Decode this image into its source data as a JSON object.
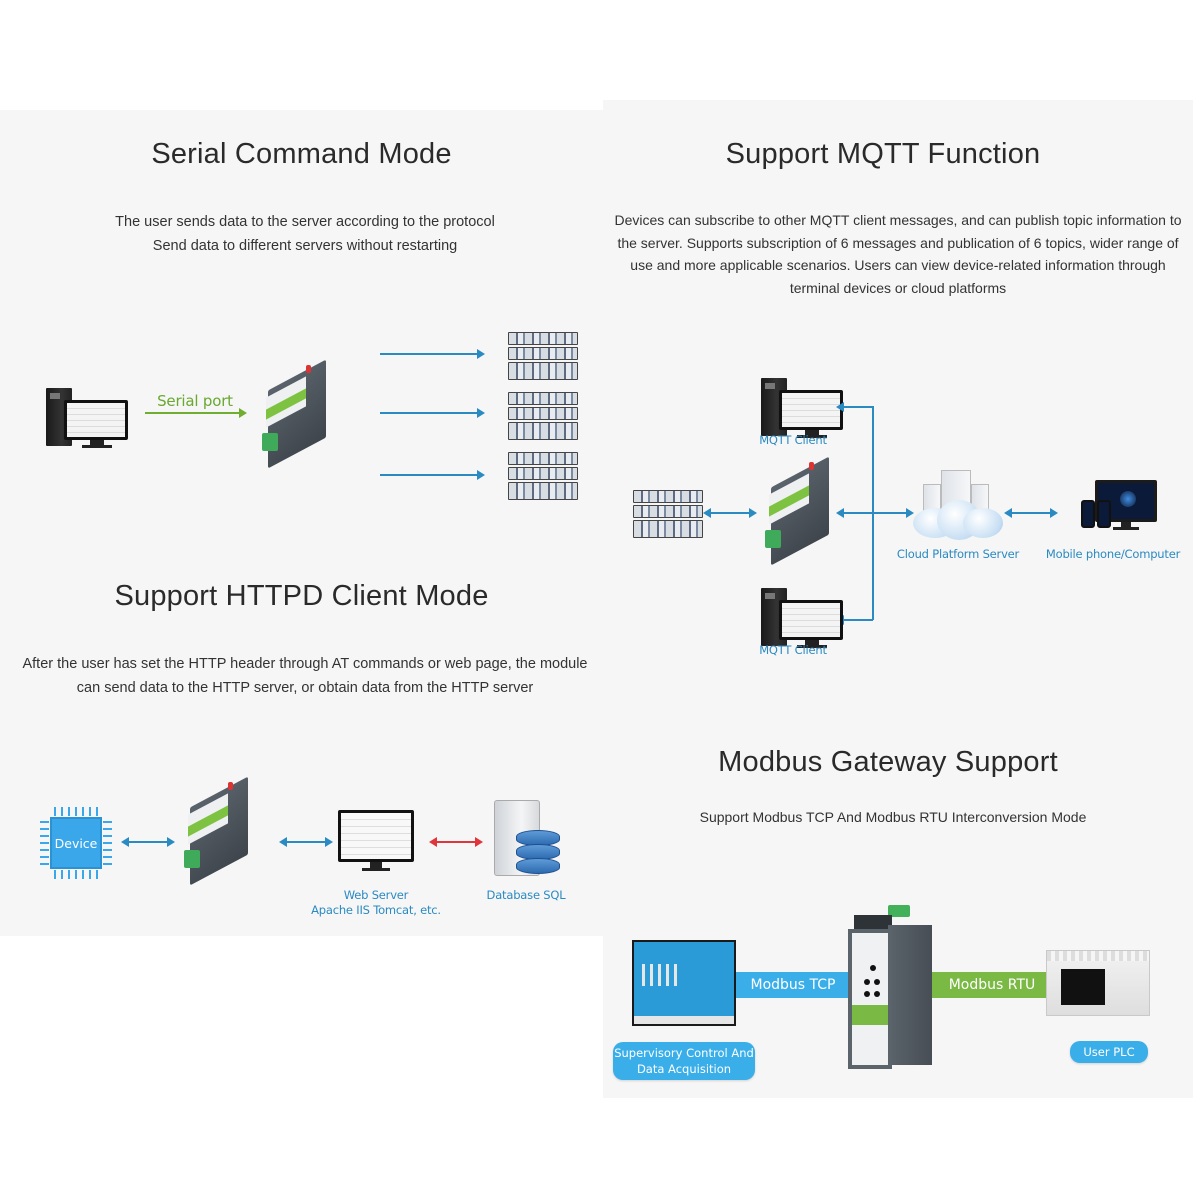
{
  "sections": {
    "serial_command": {
      "title": "Serial Command Mode",
      "description_lines": [
        "The user sends data to the server according to the protocol",
        "Send data to different servers without restarting"
      ],
      "diagram": {
        "source": "pc-icon",
        "link_label": "Serial port",
        "gateway": "gateway-device-icon",
        "targets": [
          "server-rack-icon",
          "server-rack-icon",
          "server-rack-icon"
        ]
      }
    },
    "mqtt": {
      "title": "Support MQTT Function",
      "description_lines": [
        "Devices can subscribe to other MQTT client messages, and can publish topic information to",
        "the server. Supports subscription of 6 messages and publication of 6 topics, wider range of",
        "use and more applicable scenarios. Users can view device-related information through",
        "terminal devices or cloud platforms"
      ],
      "diagram": {
        "client_top_label": "MQTT Client",
        "client_bottom_label": "MQTT Client",
        "cloud_label": "Cloud Platform Server",
        "endpoint_label": "Mobile phone/Computer"
      }
    },
    "httpd": {
      "title": "Support HTTPD Client Mode",
      "description_lines": [
        "After the user has set the HTTP header through AT commands or web page, the module",
        "can send data to the HTTP server, or obtain data from the HTTP server"
      ],
      "diagram": {
        "device_label": "Device",
        "web_server_label_1": "Web Server",
        "web_server_label_2": "Apache IIS Tomcat, etc.",
        "database_label": "Database SQL"
      }
    },
    "modbus": {
      "title": "Modbus Gateway Support",
      "description": "Support Modbus TCP And Modbus RTU Interconversion Mode",
      "diagram": {
        "tcp_label": "Modbus TCP",
        "rtu_label": "Modbus RTU",
        "scada_label_1": "Supervisory Control And",
        "scada_label_2": "Data Acquisition",
        "plc_label": "User PLC"
      }
    }
  },
  "colors": {
    "panel_bg": "#f6f6f6",
    "link_blue": "#2a8ac2",
    "serial_green": "#6fae30",
    "db_red": "#e0353b",
    "tcp_blue": "#3aaee9",
    "rtu_green": "#7ab943"
  }
}
